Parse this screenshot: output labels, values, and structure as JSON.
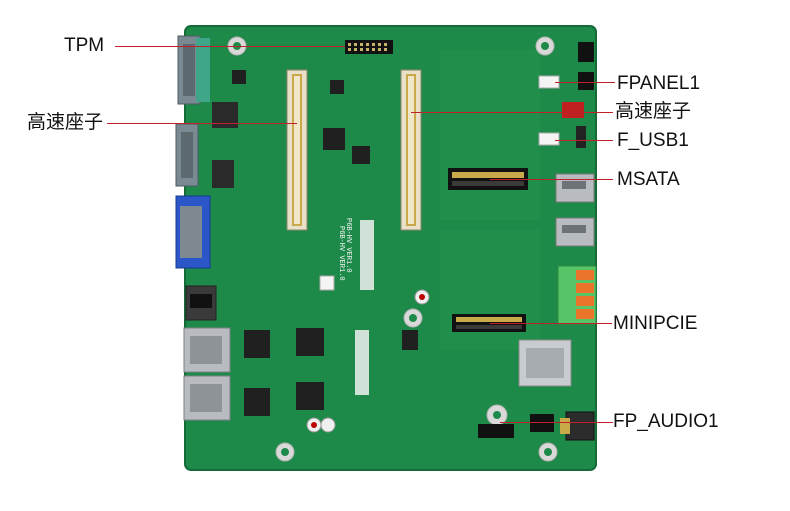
{
  "figure": {
    "subject": "mainboard",
    "board_color": "#1e8a4a",
    "leader_color": "#c0202a",
    "labels": {
      "tpm": "TPM",
      "socket_left": "高速座子",
      "fpanel1": "FPANEL1",
      "socket_right": "高速座子",
      "f_usb1": "F_USB1",
      "msata": "MSATA",
      "minipcie": "MINIPCIE",
      "fp_audio1": "FP_AUDIO1"
    },
    "silkscreen": {
      "rev1": "P6B-HV VER1.0",
      "rev2": "P6B-HV VER1.0"
    }
  }
}
